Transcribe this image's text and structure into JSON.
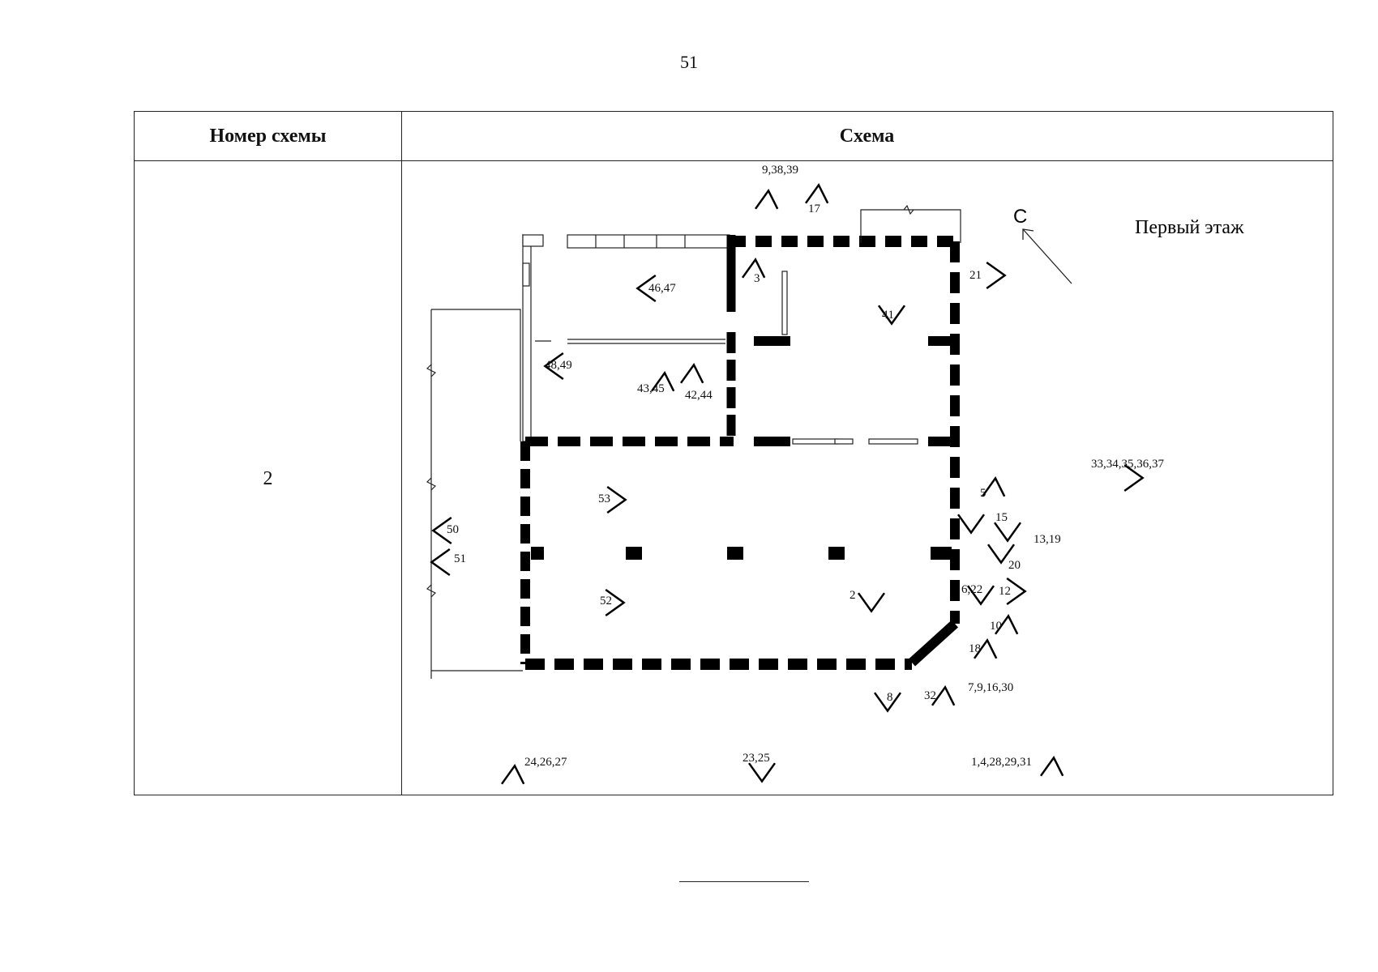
{
  "page_number": "51",
  "table": {
    "header_number": "Номер схемы",
    "header_schema": "Схема",
    "scheme_number": "2"
  },
  "plan": {
    "floor_label": "Первый этаж",
    "north_label": "С",
    "markers": [
      {
        "text": "9,38,39"
      },
      {
        "text": "17"
      },
      {
        "text": "3"
      },
      {
        "text": "46,47"
      },
      {
        "text": "21"
      },
      {
        "text": "41"
      },
      {
        "text": "48,49"
      },
      {
        "text": "43,45"
      },
      {
        "text": "42,44"
      },
      {
        "text": "33,34,35,36,37"
      },
      {
        "text": "5"
      },
      {
        "text": "53"
      },
      {
        "text": "15"
      },
      {
        "text": "50"
      },
      {
        "text": "13,19"
      },
      {
        "text": "51"
      },
      {
        "text": "20"
      },
      {
        "text": "6,22"
      },
      {
        "text": "12"
      },
      {
        "text": "2"
      },
      {
        "text": "52"
      },
      {
        "text": "10"
      },
      {
        "text": "18"
      },
      {
        "text": "32"
      },
      {
        "text": "7,9,16,30"
      },
      {
        "text": "8"
      },
      {
        "text": "24,26,27"
      },
      {
        "text": "23,25"
      },
      {
        "text": "1,4,28,29,31"
      }
    ]
  }
}
